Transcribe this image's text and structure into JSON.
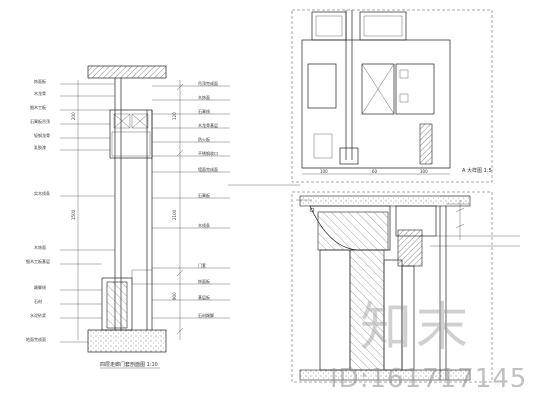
{
  "watermark": {
    "brand": "知末",
    "id_text": "ID:161717145"
  },
  "drawing": {
    "left_section_caption": "四层走廊门套剖面图 1:10",
    "right_section_caption": "A 大样图 1:5",
    "left_callouts": [
      "饰面板",
      "木龙骨",
      "细木工板",
      "石膏板吊顶",
      "轻钢龙骨",
      "乳胶漆",
      "实木线条",
      "木饰面",
      "细木工板基层",
      "踢脚线",
      "石材",
      "水泥砂浆",
      "地面完成面"
    ],
    "right_callouts": [
      "吊顶完成面",
      "木饰面",
      "石膏线",
      "木龙骨基层",
      "防火板",
      "不锈钢收口",
      "墙面完成面",
      "石膏板",
      "木线条",
      "门套",
      "饰面板",
      "基层板",
      "石材踢脚"
    ],
    "dimension_labels": [
      "120",
      "200",
      "1500",
      "2100",
      "900",
      "100",
      "60",
      "300"
    ]
  }
}
